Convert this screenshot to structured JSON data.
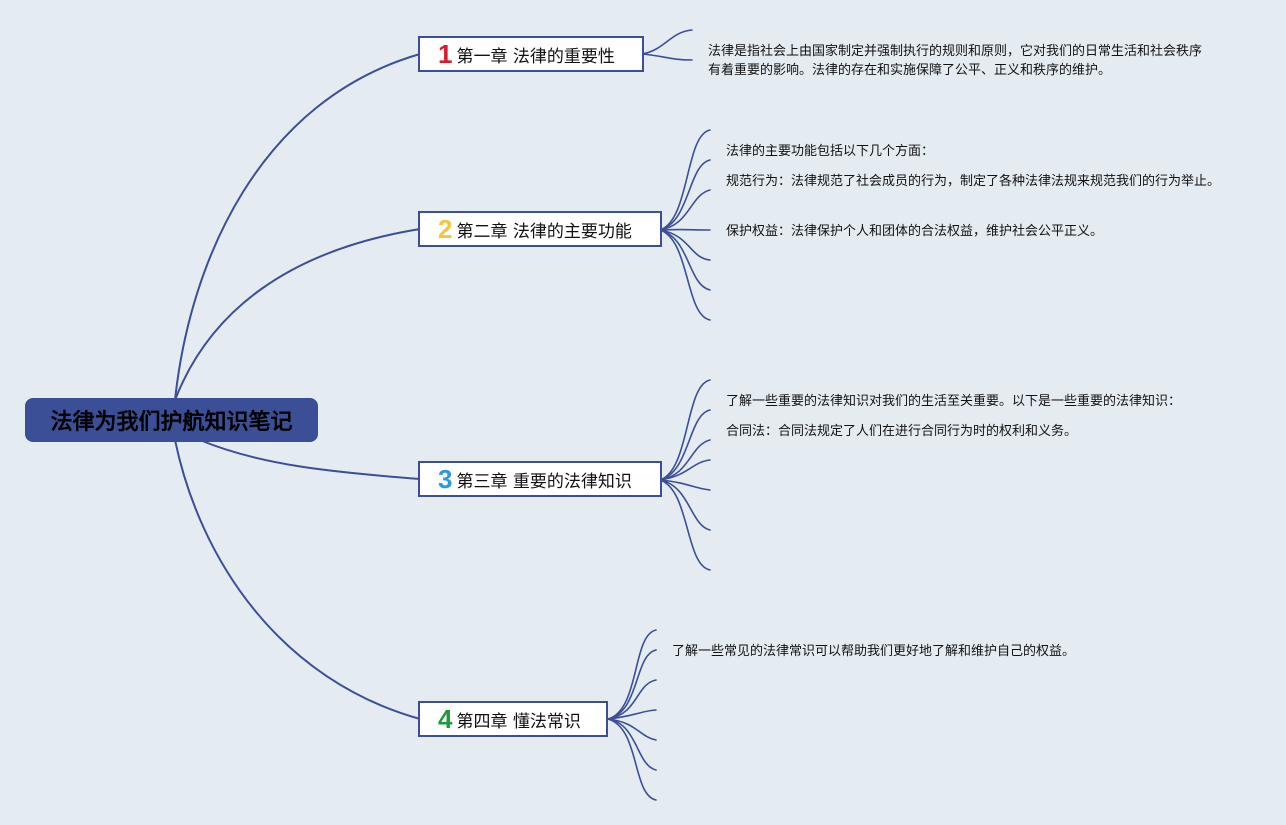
{
  "root": {
    "title": "法律为我们护航知识笔记"
  },
  "chapters": [
    {
      "num": "1",
      "num_color": "#d81e2c",
      "title": "第一章 法律的重要性",
      "notes": [
        "法律是指社会上由国家制定并强制执行的规则和原则，它对我们的日常生活和社会秩序有着重要的影响。法律的存在和实施保障了公平、正义和秩序的维护。"
      ]
    },
    {
      "num": "2",
      "num_color": "#f2c53d",
      "title": "第二章 法律的主要功能",
      "notes": [
        "法律的主要功能包括以下几个方面：",
        "规范行为：法律规范了社会成员的行为，制定了各种法律法规来规范我们的行为举止。",
        "保护权益：法律保护个人和团体的合法权益，维护社会公平正义。"
      ]
    },
    {
      "num": "3",
      "num_color": "#2a9ad8",
      "title": "第三章 重要的法律知识",
      "notes": [
        "了解一些重要的法律知识对我们的生活至关重要。以下是一些重要的法律知识：",
        "合同法：合同法规定了人们在进行合同行为时的权利和义务。"
      ]
    },
    {
      "num": "4",
      "num_color": "#1f9a3a",
      "title": "第四章 懂法常识",
      "notes": [
        "了解一些常见的法律常识可以帮助我们更好地了解和维护自己的权益。"
      ]
    }
  ],
  "colors": {
    "background": "#e4ecf2",
    "line": "#3b4f96",
    "root_fill": "#3b4f96"
  }
}
